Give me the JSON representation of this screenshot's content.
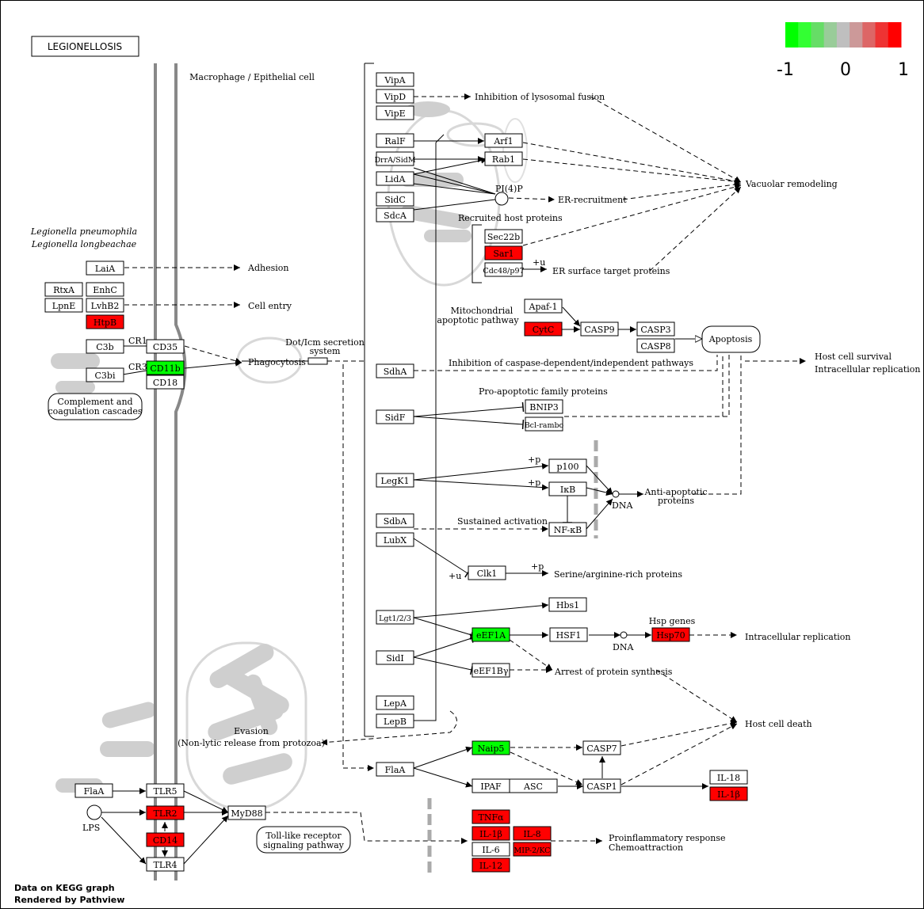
{
  "title": "LEGIONELLOSIS",
  "colors": {
    "up": "#ff0000",
    "down": "#00ff00",
    "neutral": "#ffffff",
    "membrane": "#888888",
    "ghost": "#cfcfcf"
  },
  "legend": {
    "colors": [
      "#00ff00",
      "#33ff33",
      "#66dd66",
      "#99cc99",
      "#bfbfbf",
      "#cc9999",
      "#dd6666",
      "#ee3333",
      "#ff0000"
    ],
    "min_label": "-1",
    "mid_label": "0",
    "max_label": "1"
  },
  "footer": {
    "line1": "Data on KEGG graph",
    "line2": "Rendered by Pathview"
  },
  "labels": {
    "cell": "Macrophage / Epithelial cell",
    "species1": "Legionella pneumophila",
    "species2": "Legionella longbeachae",
    "adhesion": "Adhesion",
    "cell_entry": "Cell entry",
    "cr1": "CR1",
    "cr3": "CR3",
    "complement1": "Complement and",
    "complement2": "coagulation cascades",
    "phagocytosis": "Phagocytosis",
    "dot_icm1": "Dot/Icm secretion",
    "dot_icm2": "system",
    "inhib_lyso": "Inhibition of lysosomal fusion",
    "vacuolar": "Vacuolar remodeling",
    "pi4p": "PI(4)P",
    "er_recruit": "ER-recruitment",
    "recruited": "Recruited host proteins",
    "er_surface": "ER surface target proteins",
    "plus_u1": "+u",
    "mito1": "Mitochondrial",
    "mito2": "apoptotic pathway",
    "apoptosis": "Apoptosis",
    "host_surv1": "Host cell survival",
    "host_surv2": "Intracellular replication",
    "inhib_caspase": "Inhibition of caspase-dependent/independent pathways",
    "proapop": "Pro-apoptotic family proteins",
    "plus_p1": "+p",
    "plus_p2": "+p",
    "dna1": "DNA",
    "antiapop1": "Anti-apoptotic",
    "antiapop2": "proteins",
    "sustained": "Sustained activation",
    "plus_u2": "+u",
    "plus_p3": "+p",
    "serine": "Serine/arginine-rich proteins",
    "hsp_genes": "Hsp genes",
    "dna2": "DNA",
    "intra_rep": "Intracellular replication",
    "arrest": "Arrest of protein synthesis",
    "host_death": "Host cell death",
    "evasion1": "Evasion",
    "evasion2": "(Non-lytic release from protozoa)",
    "lps": "LPS",
    "tlr1": "Toll-like receptor",
    "tlr2": "signaling pathway",
    "proinflam1": "Proinflammatory response",
    "proinflam2": "Chemoattraction"
  },
  "genes": [
    {
      "id": "laia",
      "label": "LaiA",
      "color": "#ffffff"
    },
    {
      "id": "rtxa",
      "label": "RtxA",
      "color": "#ffffff"
    },
    {
      "id": "enhc",
      "label": "EnhC",
      "color": "#ffffff"
    },
    {
      "id": "lpne",
      "label": "LpnE",
      "color": "#ffffff"
    },
    {
      "id": "lvhb2",
      "label": "LvhB2",
      "color": "#ffffff"
    },
    {
      "id": "htpb",
      "label": "HtpB",
      "color": "#ff0000"
    },
    {
      "id": "c3b",
      "label": "C3b",
      "color": "#ffffff"
    },
    {
      "id": "cd35",
      "label": "CD35",
      "color": "#ffffff"
    },
    {
      "id": "c3bi",
      "label": "C3bi",
      "color": "#ffffff"
    },
    {
      "id": "cd11b",
      "label": "CD11b",
      "color": "#00ff00"
    },
    {
      "id": "cd18",
      "label": "CD18",
      "color": "#ffffff"
    },
    {
      "id": "vipa",
      "label": "VipA",
      "color": "#ffffff"
    },
    {
      "id": "vipd",
      "label": "VipD",
      "color": "#ffffff"
    },
    {
      "id": "vipe",
      "label": "VipE",
      "color": "#ffffff"
    },
    {
      "id": "ralf",
      "label": "RalF",
      "color": "#ffffff"
    },
    {
      "id": "drra",
      "label": "DrrA/SidM",
      "color": "#ffffff"
    },
    {
      "id": "lida",
      "label": "LidA",
      "color": "#ffffff"
    },
    {
      "id": "sidc",
      "label": "SidC",
      "color": "#ffffff"
    },
    {
      "id": "sdca",
      "label": "SdcA",
      "color": "#ffffff"
    },
    {
      "id": "arf1",
      "label": "Arf1",
      "color": "#ffffff"
    },
    {
      "id": "rab1",
      "label": "Rab1",
      "color": "#ffffff"
    },
    {
      "id": "sec22b",
      "label": "Sec22b",
      "color": "#ffffff"
    },
    {
      "id": "sar1",
      "label": "Sar1",
      "color": "#ff0000"
    },
    {
      "id": "cdc48",
      "label": "Cdc48/p97",
      "color": "#ffffff"
    },
    {
      "id": "apaf1",
      "label": "Apaf-1",
      "color": "#ffffff"
    },
    {
      "id": "cytc",
      "label": "CytC",
      "color": "#ff0000"
    },
    {
      "id": "casp9",
      "label": "CASP9",
      "color": "#ffffff"
    },
    {
      "id": "casp3",
      "label": "CASP3",
      "color": "#ffffff"
    },
    {
      "id": "casp8",
      "label": "CASP8",
      "color": "#ffffff"
    },
    {
      "id": "sdha",
      "label": "SdhA",
      "color": "#ffffff"
    },
    {
      "id": "sidf",
      "label": "SidF",
      "color": "#ffffff"
    },
    {
      "id": "bnip3",
      "label": "BNIP3",
      "color": "#ffffff"
    },
    {
      "id": "bclrambo",
      "label": "Bcl-rambo",
      "color": "#ffffff"
    },
    {
      "id": "legk1",
      "label": "LegK1",
      "color": "#ffffff"
    },
    {
      "id": "p100",
      "label": "p100",
      "color": "#ffffff"
    },
    {
      "id": "ikb",
      "label": "IκB",
      "color": "#ffffff"
    },
    {
      "id": "sdba",
      "label": "SdbA",
      "color": "#ffffff"
    },
    {
      "id": "nfkb",
      "label": "NF-κB",
      "color": "#ffffff"
    },
    {
      "id": "lubx",
      "label": "LubX",
      "color": "#ffffff"
    },
    {
      "id": "clk1",
      "label": "Clk1",
      "color": "#ffffff"
    },
    {
      "id": "lgt",
      "label": "Lgt1/2/3",
      "color": "#ffffff"
    },
    {
      "id": "hbs1",
      "label": "Hbs1",
      "color": "#ffffff"
    },
    {
      "id": "eef1a",
      "label": "eEF1A",
      "color": "#00ff00"
    },
    {
      "id": "hsf1",
      "label": "HSF1",
      "color": "#ffffff"
    },
    {
      "id": "hsp70",
      "label": "Hsp70",
      "color": "#ff0000"
    },
    {
      "id": "sidi",
      "label": "SidI",
      "color": "#ffffff"
    },
    {
      "id": "eef1bg",
      "label": "eEF1Bγ",
      "color": "#ffffff"
    },
    {
      "id": "lepa",
      "label": "LepA",
      "color": "#ffffff"
    },
    {
      "id": "lepb",
      "label": "LepB",
      "color": "#ffffff"
    },
    {
      "id": "naip5",
      "label": "Naip5",
      "color": "#00ff00"
    },
    {
      "id": "casp7",
      "label": "CASP7",
      "color": "#ffffff"
    },
    {
      "id": "flaa2",
      "label": "FlaA",
      "color": "#ffffff"
    },
    {
      "id": "ipaf",
      "label": "IPAF",
      "color": "#ffffff"
    },
    {
      "id": "asc",
      "label": "ASC",
      "color": "#ffffff"
    },
    {
      "id": "casp1",
      "label": "CASP1",
      "color": "#ffffff"
    },
    {
      "id": "il18",
      "label": "IL-18",
      "color": "#ffffff"
    },
    {
      "id": "il1b2",
      "label": "IL-1β",
      "color": "#ff0000"
    },
    {
      "id": "flaa1",
      "label": "FlaA",
      "color": "#ffffff"
    },
    {
      "id": "tlr5",
      "label": "TLR5",
      "color": "#ffffff"
    },
    {
      "id": "tlr2",
      "label": "TLR2",
      "color": "#ff0000"
    },
    {
      "id": "cd14",
      "label": "CD14",
      "color": "#ff0000"
    },
    {
      "id": "tlr4",
      "label": "TLR4",
      "color": "#ffffff"
    },
    {
      "id": "myd88",
      "label": "MyD88",
      "color": "#ffffff"
    },
    {
      "id": "tnfa",
      "label": "TNFα",
      "color": "#ff0000"
    },
    {
      "id": "il1b",
      "label": "IL-1β",
      "color": "#ff0000"
    },
    {
      "id": "il8",
      "label": "IL-8",
      "color": "#ff0000"
    },
    {
      "id": "il6",
      "label": "IL-6",
      "color": "#ffffff"
    },
    {
      "id": "mip2",
      "label": "MIP-2/KC",
      "color": "#ff0000"
    },
    {
      "id": "il12",
      "label": "IL-12",
      "color": "#ff0000"
    }
  ]
}
